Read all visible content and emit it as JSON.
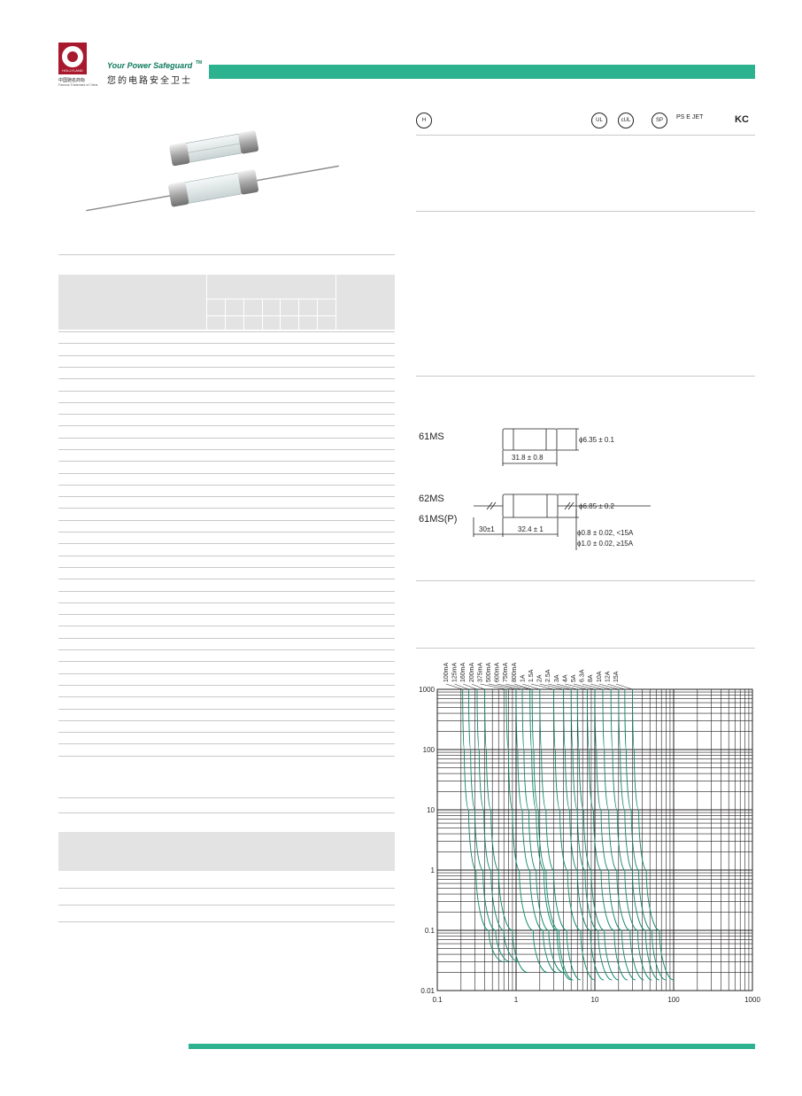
{
  "brand": {
    "logo_word": "HOLLYLAND",
    "chinese_name": "中国驰名商标",
    "sub_caption": "Famous Trademark of China",
    "slogan_en": "Your Power Safeguard",
    "tm": "TM",
    "slogan_cn": "您的电路安全卫士"
  },
  "colors": {
    "accent": "#2cb28f",
    "logo_red": "#a8192e",
    "curve": "#11876a",
    "grid": "#231f20"
  },
  "certifications": [
    {
      "icon": "holly-mark-icon",
      "text": "H"
    },
    {
      "icon": "ul-icon",
      "text": "UL"
    },
    {
      "icon": "cul-icon",
      "text": "cUL"
    },
    {
      "icon": "csa-icon",
      "text": "SP"
    },
    {
      "icon": "pse-jet-icon",
      "text": "PS E JET"
    },
    {
      "icon": "kc-icon",
      "text": "KC"
    }
  ],
  "dimensions": {
    "models": [
      {
        "label": "61MS",
        "diameter": "ϕ6.35 ± 0.1",
        "length": "31.8 ± 0.8"
      },
      {
        "label": "62MS",
        "diameter": "ϕ6.85 ± 0.2",
        "length": "32.4 ± 1",
        "lead": "30±1"
      },
      {
        "label": "61MS(P)"
      }
    ],
    "wire_notes": [
      "ϕ0.8 ± 0.02, <15A",
      "ϕ1.0 ± 0.02, ≥15A"
    ]
  },
  "chart_data": {
    "type": "line",
    "title": "",
    "xlabel": "",
    "ylabel": "",
    "x_scale": "log",
    "y_scale": "log",
    "xlim": [
      0.1,
      1000
    ],
    "ylim": [
      0.01,
      1000
    ],
    "grid": true,
    "x_ticks": [
      "0.1",
      "1",
      "10",
      "100",
      "1000"
    ],
    "y_ticks": [
      "1000",
      "100",
      "10",
      "1",
      "0.1",
      "0.01"
    ],
    "series": [
      {
        "name": "100mA",
        "points": [
          [
            0.21,
            1000
          ],
          [
            0.22,
            100
          ],
          [
            0.25,
            10
          ],
          [
            0.31,
            1
          ],
          [
            0.45,
            0.1
          ],
          [
            0.7,
            0.03
          ]
        ]
      },
      {
        "name": "125mA",
        "points": [
          [
            0.25,
            1000
          ],
          [
            0.265,
            100
          ],
          [
            0.3,
            10
          ],
          [
            0.38,
            1
          ],
          [
            0.55,
            0.1
          ],
          [
            0.85,
            0.03
          ]
        ]
      },
      {
        "name": "160mA",
        "points": [
          [
            0.32,
            1000
          ],
          [
            0.34,
            100
          ],
          [
            0.39,
            10
          ],
          [
            0.48,
            1
          ],
          [
            0.7,
            0.1
          ],
          [
            1.1,
            0.03
          ]
        ]
      },
      {
        "name": "200mA",
        "points": [
          [
            0.4,
            1000
          ],
          [
            0.42,
            100
          ],
          [
            0.48,
            10
          ],
          [
            0.6,
            1
          ],
          [
            0.9,
            0.1
          ],
          [
            1.4,
            0.02
          ]
        ]
      },
      {
        "name": "375mA",
        "points": [
          [
            0.75,
            1000
          ],
          [
            0.8,
            100
          ],
          [
            0.9,
            10
          ],
          [
            1.1,
            1
          ],
          [
            1.65,
            0.1
          ],
          [
            2.5,
            0.02
          ]
        ]
      },
      {
        "name": "500mA",
        "points": [
          [
            1.0,
            1000
          ],
          [
            1.05,
            100
          ],
          [
            1.2,
            10
          ],
          [
            1.5,
            1
          ],
          [
            2.2,
            0.1
          ],
          [
            3.3,
            0.02
          ]
        ]
      },
      {
        "name": "600mA",
        "points": [
          [
            1.2,
            1000
          ],
          [
            1.26,
            100
          ],
          [
            1.45,
            10
          ],
          [
            1.8,
            1
          ],
          [
            2.6,
            0.1
          ],
          [
            4.0,
            0.02
          ]
        ]
      },
      {
        "name": "750mA",
        "points": [
          [
            1.5,
            1000
          ],
          [
            1.58,
            100
          ],
          [
            1.8,
            10
          ],
          [
            2.25,
            1
          ],
          [
            3.3,
            0.1
          ],
          [
            5.0,
            0.015
          ]
        ]
      },
      {
        "name": "800mA",
        "points": [
          [
            1.6,
            1000
          ],
          [
            1.68,
            100
          ],
          [
            1.92,
            10
          ],
          [
            2.4,
            1
          ],
          [
            3.5,
            0.1
          ],
          [
            5.3,
            0.015
          ]
        ]
      },
      {
        "name": "1A",
        "points": [
          [
            2.0,
            1000
          ],
          [
            2.1,
            100
          ],
          [
            2.4,
            10
          ],
          [
            3.0,
            1
          ],
          [
            4.4,
            0.1
          ],
          [
            6.6,
            0.015
          ]
        ]
      },
      {
        "name": "1.5A",
        "points": [
          [
            3.0,
            1000
          ],
          [
            3.15,
            100
          ],
          [
            3.6,
            10
          ],
          [
            4.5,
            1
          ],
          [
            6.6,
            0.1
          ],
          [
            10,
            0.015
          ]
        ]
      },
      {
        "name": "2A",
        "points": [
          [
            4.0,
            1000
          ],
          [
            4.2,
            100
          ],
          [
            4.8,
            10
          ],
          [
            6.0,
            1
          ],
          [
            8.8,
            0.1
          ],
          [
            13,
            0.015
          ]
        ]
      },
      {
        "name": "2.5A",
        "points": [
          [
            5.0,
            1000
          ],
          [
            5.25,
            100
          ],
          [
            6.0,
            10
          ],
          [
            7.5,
            1
          ],
          [
            11,
            0.1
          ],
          [
            16.5,
            0.015
          ]
        ]
      },
      {
        "name": "3A",
        "points": [
          [
            6.0,
            1000
          ],
          [
            6.3,
            100
          ],
          [
            7.2,
            10
          ],
          [
            9.0,
            1
          ],
          [
            13.2,
            0.1
          ],
          [
            20,
            0.015
          ]
        ]
      },
      {
        "name": "4A",
        "points": [
          [
            8.0,
            1000
          ],
          [
            8.4,
            100
          ],
          [
            9.6,
            10
          ],
          [
            12,
            1
          ],
          [
            17.6,
            0.1
          ],
          [
            26,
            0.015
          ]
        ]
      },
      {
        "name": "5A",
        "points": [
          [
            10,
            1000
          ],
          [
            10.5,
            100
          ],
          [
            12,
            10
          ],
          [
            15,
            1
          ],
          [
            22,
            0.1
          ],
          [
            33,
            0.015
          ]
        ]
      },
      {
        "name": "6.3A",
        "points": [
          [
            12.6,
            1000
          ],
          [
            13.2,
            100
          ],
          [
            15,
            10
          ],
          [
            19,
            1
          ],
          [
            28,
            0.1
          ],
          [
            42,
            0.015
          ]
        ]
      },
      {
        "name": "8A",
        "points": [
          [
            16,
            1000
          ],
          [
            16.8,
            100
          ],
          [
            19.2,
            10
          ],
          [
            24,
            1
          ],
          [
            35,
            0.1
          ],
          [
            53,
            0.015
          ]
        ]
      },
      {
        "name": "10A",
        "points": [
          [
            20,
            1000
          ],
          [
            21,
            100
          ],
          [
            24,
            10
          ],
          [
            30,
            1
          ],
          [
            44,
            0.1
          ],
          [
            66,
            0.015
          ]
        ]
      },
      {
        "name": "12A",
        "points": [
          [
            24,
            1000
          ],
          [
            25,
            100
          ],
          [
            29,
            10
          ],
          [
            36,
            1
          ],
          [
            53,
            0.1
          ],
          [
            80,
            0.015
          ]
        ]
      },
      {
        "name": "15A",
        "points": [
          [
            30,
            1000
          ],
          [
            31.5,
            100
          ],
          [
            36,
            10
          ],
          [
            45,
            1
          ],
          [
            66,
            0.1
          ],
          [
            100,
            0.015
          ]
        ]
      }
    ]
  }
}
